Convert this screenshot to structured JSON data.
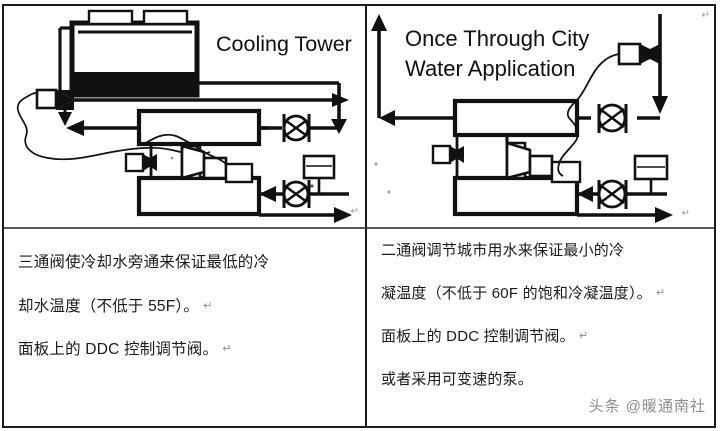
{
  "document": {
    "kind": "two-column comparison table",
    "watermark": "头条 @暖通南社"
  },
  "panels": {
    "left": {
      "diagram_title": "Cooling Tower",
      "diagram_name": "cooling-tower-condenser-water-schematic",
      "components": [
        {
          "name": "cooling-tower",
          "label": ""
        },
        {
          "name": "tower-fan-left",
          "label": ""
        },
        {
          "name": "tower-fan-right",
          "label": ""
        },
        {
          "name": "tower-basin",
          "label": ""
        },
        {
          "name": "three-way-valve",
          "label": ""
        },
        {
          "name": "valve-actuator",
          "label": ""
        },
        {
          "name": "condenser",
          "label": ""
        },
        {
          "name": "evaporator",
          "label": ""
        },
        {
          "name": "compressor",
          "label": ""
        },
        {
          "name": "condenser-water-pump",
          "label": ""
        },
        {
          "name": "chilled-water-pump",
          "label": ""
        },
        {
          "name": "temperature-sensor",
          "label": ""
        },
        {
          "name": "ddc-control-panel",
          "label": ""
        }
      ],
      "text_lines": [
        "三通阀使冷却水旁通来保证最低的冷",
        "却水温度（不低于 55F）。",
        "面板上的 DDC 控制调节阀。"
      ]
    },
    "right": {
      "diagram_title_line1": "Once Through City",
      "diagram_title_line2": "Water Application",
      "diagram_name": "once-through-city-water-schematic",
      "components": [
        {
          "name": "two-way-valve",
          "label": ""
        },
        {
          "name": "valve-actuator",
          "label": ""
        },
        {
          "name": "condenser",
          "label": ""
        },
        {
          "name": "evaporator",
          "label": ""
        },
        {
          "name": "compressor",
          "label": ""
        },
        {
          "name": "condenser-water-pump",
          "label": ""
        },
        {
          "name": "chilled-water-pump",
          "label": ""
        },
        {
          "name": "temperature-sensor",
          "label": ""
        },
        {
          "name": "ddc-control-panel",
          "label": ""
        },
        {
          "name": "city-water-supply-arrow",
          "label": ""
        },
        {
          "name": "city-water-drain-arrow",
          "label": ""
        }
      ],
      "text_lines": [
        "二通阀调节城市用水来保证最小的冷",
        "凝温度（不低于 60F 的饱和冷凝温度）。",
        "面板上的 DDC 控制调节阀。",
        "或者采用可变速的泵。"
      ]
    }
  },
  "colors": {
    "ink": "#1b1b1b",
    "paper": "#ffffff",
    "divider": "#5a5a5a",
    "mark": "#9a9aa6",
    "watermark": "#6e6e6e"
  }
}
